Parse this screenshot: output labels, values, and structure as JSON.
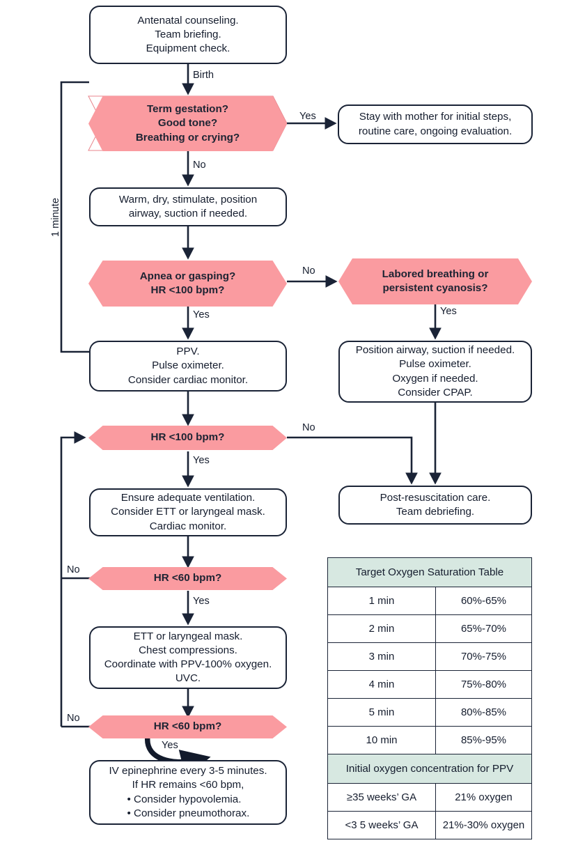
{
  "title": "Neonatal Resuscitation Algorithm",
  "colors": {
    "decision_fill": "#fa9ba0",
    "stroke": "#1a2336",
    "table_header": "#d7e8e1",
    "text": "#151d2e",
    "box_fill": "#ffffff"
  },
  "side_bracket": {
    "label": "1 minute"
  },
  "nodes": {
    "antenatal": {
      "type": "process",
      "lines": [
        "Antenatal counseling.",
        "Team briefing.",
        "Equipment check."
      ]
    },
    "term_gestation": {
      "type": "decision",
      "lines": [
        "Term gestation?",
        "Good tone?",
        "Breathing or crying?"
      ]
    },
    "stay_with_mother": {
      "type": "process",
      "lines": [
        "Stay with mother for initial steps,",
        "routine care, ongoing evaluation."
      ]
    },
    "warm_dry": {
      "type": "process",
      "lines": [
        "Warm, dry, stimulate, position",
        "airway, suction if needed."
      ]
    },
    "apnea_gasping": {
      "type": "decision",
      "lines": [
        "Apnea or gasping?",
        "HR <100 bpm?"
      ]
    },
    "labored_breathing": {
      "type": "decision",
      "lines": [
        "Labored breathing or",
        "persistent cyanosis?"
      ]
    },
    "ppv": {
      "type": "process",
      "lines": [
        "PPV.",
        "Pulse oximeter.",
        "Consider cardiac monitor."
      ]
    },
    "position_airway": {
      "type": "process",
      "lines": [
        "Position airway, suction if needed.",
        "Pulse oximeter.",
        "Oxygen if needed.",
        "Consider CPAP."
      ]
    },
    "hr_100": {
      "type": "decision",
      "lines": [
        "HR <100 bpm?"
      ]
    },
    "ensure_ventilation": {
      "type": "process",
      "lines": [
        "Ensure adequate ventilation.",
        "Consider ETT or laryngeal mask.",
        "Cardiac monitor."
      ]
    },
    "post_resuscitation": {
      "type": "process",
      "lines": [
        "Post-resuscitation care.",
        "Team debriefing."
      ]
    },
    "hr_60_first": {
      "type": "decision",
      "lines": [
        "HR <60 bpm?"
      ]
    },
    "ett_compressions": {
      "type": "process",
      "lines": [
        "ETT or laryngeal mask.",
        "Chest compressions.",
        "Coordinate with PPV-100% oxygen.",
        "UVC."
      ]
    },
    "hr_60_second": {
      "type": "decision",
      "lines": [
        "HR <60 bpm?"
      ]
    },
    "epinephrine": {
      "type": "process",
      "lines": [
        "IV epinephrine every 3-5 minutes.",
        "If HR remains <60 bpm,"
      ],
      "bullets": [
        "• Consider hypovolemia.",
        "• Consider pneumothorax."
      ]
    }
  },
  "edge_labels": {
    "birth": "Birth",
    "term_yes": "Yes",
    "term_no": "No",
    "apnea_yes": "Yes",
    "apnea_no": "No",
    "labored_yes": "Yes",
    "hr100_yes": "Yes",
    "hr100_no": "No",
    "hr60a_yes": "Yes",
    "hr60a_no": "No",
    "hr60b_yes": "Yes",
    "hr60b_no": "No"
  },
  "sat_table": {
    "header": "Target Oxygen Saturation Table",
    "rows": [
      {
        "time": "1 min",
        "range": "60%-65%"
      },
      {
        "time": "2 min",
        "range": "65%-70%"
      },
      {
        "time": "3 min",
        "range": "70%-75%"
      },
      {
        "time": "4 min",
        "range": "75%-80%"
      },
      {
        "time": "5 min",
        "range": "80%-85%"
      },
      {
        "time": "10 min",
        "range": "85%-95%"
      }
    ],
    "subheader": "Initial oxygen concentration for PPV",
    "ppv_rows": [
      {
        "ga": "≥35 weeks’ GA",
        "oxygen": "21%  oxygen"
      },
      {
        "ga": "<3 5 weeks’ GA",
        "oxygen": "21%-30%  oxygen"
      }
    ]
  }
}
